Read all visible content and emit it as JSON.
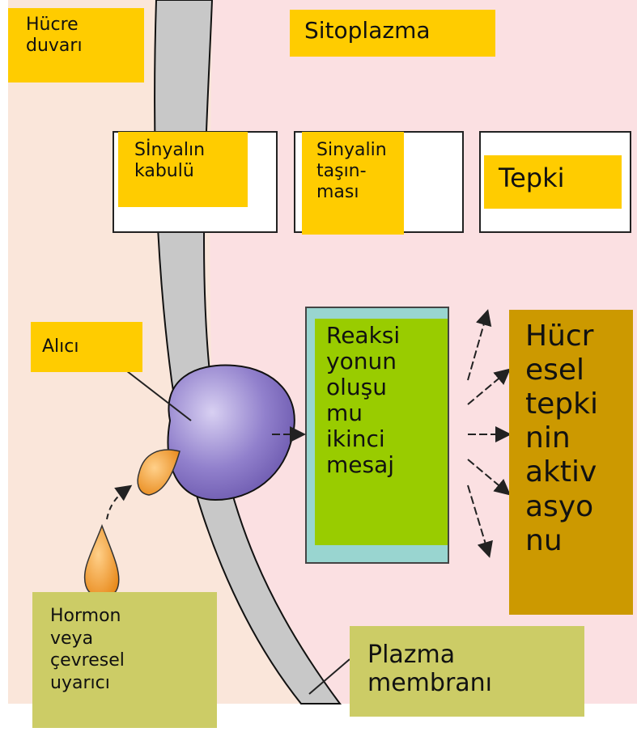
{
  "labels": {
    "cell_wall": "Hücre\nduvarı",
    "cytoplasm": "Sitoplazma",
    "signal_reception": "Sİnyalın\nkabulü",
    "signal_transduction": "Sinyalin\ntaşın-\nması",
    "response": "Tepki",
    "receptor": "Alıcı",
    "reaction": "Reaksi\nyonun\noluşu\nmu\nikinci\nmesaj",
    "cellular_response": "Hücr\nesel\ntepki\nnin\naktiv\nasyo\nnu",
    "hormone": "Hormon\nveya\nçevresel\nuyarıcı",
    "plasma_membrane": "Plazma\nmembranı"
  },
  "colors": {
    "cytoplasm_bg": "#FBE0E2",
    "wall_bg": "#FAE6DA",
    "membrane": "#C8C8C8",
    "label_yellow": "#FFCC00",
    "label_olive": "#CCCC66",
    "reaction_green": "#99CC00",
    "reaction_teal": "#99D5D0",
    "response_brown": "#CC9900",
    "receptor_purple": "#8E7CC3",
    "hormone_orange": "#F29A22"
  }
}
